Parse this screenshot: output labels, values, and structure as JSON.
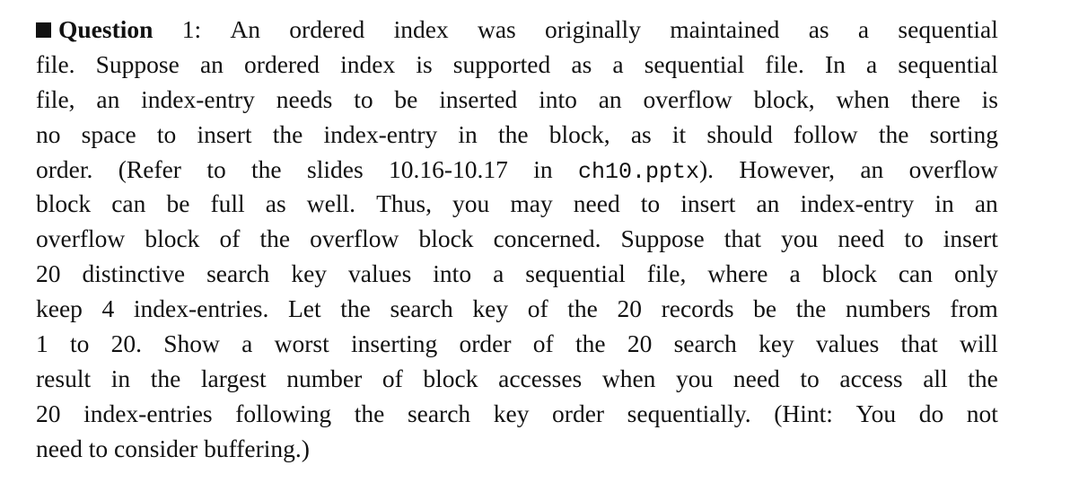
{
  "question": {
    "bullet_icon": "filled-square",
    "label": "Question",
    "number": "1:",
    "lines": [
      [
        "An",
        "ordered",
        "index",
        "was",
        "originally",
        "maintained",
        "as",
        "a",
        "sequential"
      ],
      [
        "file.",
        "Suppose",
        "an",
        "ordered",
        "index",
        "is",
        "supported",
        "as",
        "a",
        "sequential",
        "file.",
        "In",
        "a",
        "sequential"
      ],
      [
        "file,",
        "an",
        "index-entry",
        "needs",
        "to",
        "be",
        "inserted",
        "into",
        "an",
        "overflow",
        "block,",
        "when",
        "there",
        "is"
      ],
      [
        "no",
        "space",
        "to",
        "insert",
        "the",
        "index-entry",
        "in",
        "the",
        "block,",
        "as",
        "it",
        "should",
        "follow",
        "the",
        "sorting"
      ],
      [
        "order.",
        "(Refer",
        "to",
        "the",
        "slides",
        "10.16-10.17",
        "in"
      ],
      [
        "block",
        "can",
        "be",
        "full",
        "as",
        "well.",
        "Thus,",
        "you",
        "may",
        "need",
        "to",
        "insert",
        "an",
        "index-entry",
        "in",
        "an"
      ],
      [
        "overflow",
        "block",
        "of",
        "the",
        "overflow",
        "block",
        "concerned.",
        "Suppose",
        "that",
        "you",
        "need",
        "to",
        "insert"
      ],
      [
        "20",
        "distinctive",
        "search",
        "key",
        "values",
        "into",
        "a",
        "sequential",
        "file,",
        "where",
        "a",
        "block",
        "can",
        "only"
      ],
      [
        "keep",
        "4",
        "index-entries.",
        "Let",
        "the",
        "search",
        "key",
        "of",
        "the",
        "20",
        "records",
        "be",
        "the",
        "numbers",
        "from"
      ],
      [
        "1",
        "to",
        "20.",
        "Show",
        "a",
        "worst",
        "inserting",
        "order",
        "of",
        "the",
        "20",
        "search",
        "key",
        "values",
        "that",
        "will"
      ],
      [
        "result",
        "in",
        "the",
        "largest",
        "number",
        "of",
        "block",
        "accesses",
        "when",
        "you",
        "need",
        "to",
        "access",
        "all",
        "the"
      ],
      [
        "20",
        "index-entries",
        "following",
        "the",
        "search",
        "key",
        "order",
        "sequentially.",
        "(Hint:",
        "You",
        "do",
        "not"
      ],
      [
        "need to consider buffering.)"
      ]
    ],
    "code_ref": "ch10.pptx",
    "line5_tail": [
      "However,",
      "an",
      "overflow"
    ],
    "line5_after_code": ")."
  }
}
